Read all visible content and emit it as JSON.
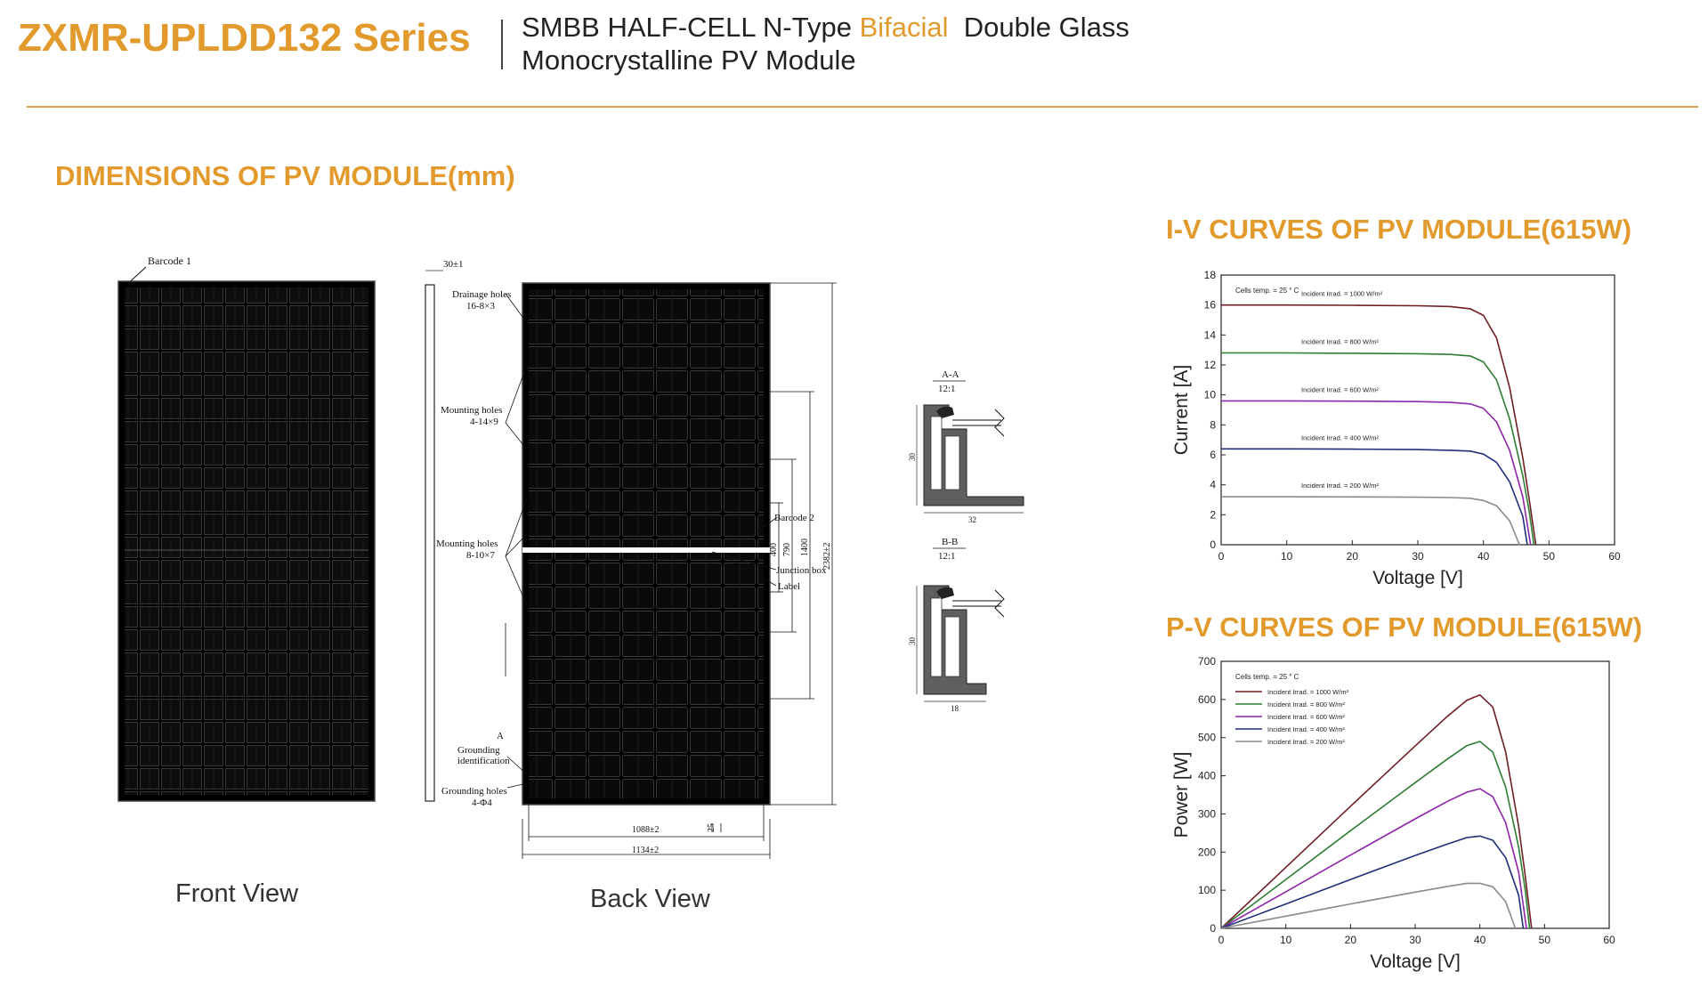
{
  "header": {
    "title": "ZXMR-UPLDD132 Series",
    "subtitle_line1_pre": "SMBB HALF-CELL N-Type ",
    "subtitle_line1_accent": "Bifacial",
    "subtitle_line1_post": "  Double Glass",
    "subtitle_line2": "Monocrystalline PV Module"
  },
  "sections": {
    "dimensions": "DIMENSIONS OF PV MODULE(mm)",
    "iv": "I-V CURVES OF PV MODULE(615W)",
    "pv": "P-V CURVES OF PV MODULE(615W)"
  },
  "front_view": {
    "label": "Front View",
    "barcode_label": "Barcode 1"
  },
  "back_view": {
    "label": "Back View",
    "annotations": {
      "frame_thickness": "30±1",
      "drainage_holes": "Drainage holes",
      "drainage_spec": "16-8×3",
      "mounting_holes_1": "Mounting holes",
      "mounting_spec_1": "4-14×9",
      "mounting_holes_2": "Mounting holes",
      "mounting_spec_2": "8-10×7",
      "grounding_id_1": "Grounding",
      "grounding_id_2": "identification",
      "grounding_holes": "Grounding holes",
      "grounding_spec": "4-Φ4",
      "section_mark": "A",
      "barcode_2": "Barcode 2",
      "junction_box": "Junction box",
      "label": "Label",
      "dim_height": "2382±2",
      "dim_1400": "1400",
      "dim_790": "790",
      "dim_400": "400",
      "dim_1088": "1088±2",
      "dim_1134": "1134±2",
      "dim_25": "25"
    }
  },
  "sections_detail": {
    "aa_title": "A-A",
    "aa_scale": "12:1",
    "aa_height": "30",
    "aa_width": "32",
    "bb_title": "B-B",
    "bb_scale": "12:1",
    "bb_height": "30",
    "bb_width": "18"
  },
  "colors": {
    "accent": "#e29a2c",
    "rule": "#d6a24e",
    "curve_1000": "#6e1f24",
    "curve_800": "#2e7d32",
    "curve_600": "#8e24aa",
    "curve_400": "#1f2f7a",
    "curve_200": "#8a8a8a"
  },
  "chart_data": [
    {
      "type": "line",
      "title": "I-V CURVES OF PV MODULE(615W)",
      "xlabel": "Voltage [V]",
      "ylabel": "Current [A]",
      "xlim": [
        0,
        60
      ],
      "ylim": [
        0,
        18
      ],
      "xticks": [
        0,
        10,
        20,
        30,
        40,
        50,
        60
      ],
      "yticks": [
        0,
        2,
        4,
        6,
        8,
        10,
        12,
        14,
        16,
        18
      ],
      "grid": false,
      "legend": "Cells temp. = 25 ° C",
      "series": [
        {
          "name": "Incident Irrad. = 1000 W/m²",
          "isc": 16.0,
          "voc": 48.0,
          "x": [
            0,
            10,
            20,
            30,
            35,
            38,
            40,
            42,
            44,
            46,
            47,
            48
          ],
          "y": [
            16.0,
            16.0,
            15.98,
            15.95,
            15.9,
            15.75,
            15.3,
            13.8,
            10.5,
            5.8,
            3.0,
            0
          ]
        },
        {
          "name": "Incident Irrad. = 800 W/m²",
          "isc": 12.8,
          "voc": 47.7,
          "x": [
            0,
            10,
            20,
            30,
            35,
            38,
            40,
            42,
            44,
            46,
            47,
            47.7
          ],
          "y": [
            12.8,
            12.8,
            12.78,
            12.75,
            12.7,
            12.6,
            12.2,
            11.0,
            8.4,
            4.6,
            2.2,
            0
          ]
        },
        {
          "name": "Incident Irrad. = 600 W/m²",
          "isc": 9.6,
          "voc": 47.2,
          "x": [
            0,
            10,
            20,
            30,
            35,
            38,
            40,
            42,
            44,
            46,
            47.2
          ],
          "y": [
            9.6,
            9.6,
            9.58,
            9.55,
            9.5,
            9.4,
            9.1,
            8.2,
            6.3,
            3.2,
            0
          ]
        },
        {
          "name": "Incident Irrad. = 400 W/m²",
          "isc": 6.4,
          "voc": 46.7,
          "x": [
            0,
            10,
            20,
            30,
            35,
            38,
            40,
            42,
            44,
            46,
            46.7
          ],
          "y": [
            6.4,
            6.4,
            6.38,
            6.35,
            6.3,
            6.25,
            6.05,
            5.5,
            4.2,
            1.9,
            0
          ]
        },
        {
          "name": "Incident Irrad. = 200 W/m²",
          "isc": 3.2,
          "voc": 45.5,
          "x": [
            0,
            10,
            20,
            30,
            35,
            38,
            40,
            42,
            44,
            45.5
          ],
          "y": [
            3.2,
            3.2,
            3.19,
            3.17,
            3.15,
            3.1,
            2.95,
            2.6,
            1.6,
            0
          ]
        }
      ]
    },
    {
      "type": "line",
      "title": "P-V CURVES OF PV MODULE(615W)",
      "xlabel": "Voltage [V]",
      "ylabel": "Power [W]",
      "xlim": [
        0,
        60
      ],
      "ylim": [
        0,
        700
      ],
      "xticks": [
        0,
        10,
        20,
        30,
        40,
        50,
        60
      ],
      "yticks": [
        0,
        100,
        200,
        300,
        400,
        500,
        600,
        700
      ],
      "grid": false,
      "legend": "Cells temp. = 25 ° C",
      "series": [
        {
          "name": "Incident Irrad. = 1000 W/m²",
          "x": [
            0,
            10,
            20,
            30,
            35,
            38,
            40,
            42,
            44,
            46,
            47,
            48
          ],
          "y": [
            0,
            160,
            320,
            478,
            556,
            598,
            612,
            580,
            462,
            267,
            141,
            0
          ]
        },
        {
          "name": "Incident Irrad. = 800 W/m²",
          "x": [
            0,
            10,
            20,
            30,
            35,
            38,
            40,
            42,
            44,
            46,
            47,
            47.7
          ],
          "y": [
            0,
            128,
            256,
            382,
            444,
            479,
            490,
            462,
            370,
            212,
            103,
            0
          ]
        },
        {
          "name": "Incident Irrad. = 600 W/m²",
          "x": [
            0,
            10,
            20,
            30,
            35,
            38,
            40,
            42,
            44,
            46,
            47.2
          ],
          "y": [
            0,
            96,
            192,
            287,
            333,
            357,
            366,
            345,
            277,
            147,
            0
          ]
        },
        {
          "name": "Incident Irrad. = 400 W/m²",
          "x": [
            0,
            10,
            20,
            30,
            35,
            38,
            40,
            42,
            44,
            46,
            46.7
          ],
          "y": [
            0,
            64,
            128,
            191,
            221,
            238,
            242,
            231,
            185,
            87,
            0
          ]
        },
        {
          "name": "Incident Irrad. = 200 W/m²",
          "x": [
            0,
            10,
            20,
            30,
            35,
            38,
            40,
            42,
            44,
            45.5
          ],
          "y": [
            0,
            32,
            64,
            95,
            110,
            118,
            118,
            109,
            70,
            0
          ]
        }
      ]
    }
  ]
}
